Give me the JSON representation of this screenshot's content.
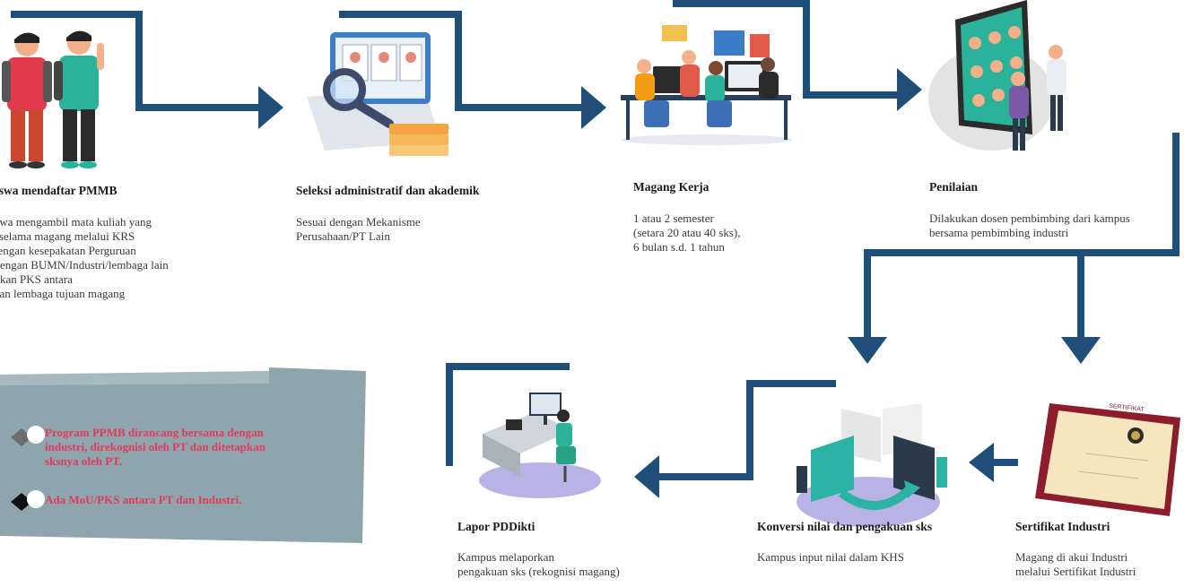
{
  "steps": [
    {
      "title": "Mahasiswa mendaftar PMMB",
      "desc": [
        "Mahasiswa mengambil mata kuliah yang",
        "diambil selama magang melalui KRS",
        "sesuai dengan kesepakatan Perguruan",
        "Tinggi dengan BUMN/Industri/lembaga lain",
        "berdasarkan PKS antara",
        "PT dengan lembaga tujuan magang"
      ]
    },
    {
      "title": "Seleksi administratif dan akademik",
      "desc": [
        "Sesuai dengan Mekanisme",
        "Perusahaan/PT Lain"
      ]
    },
    {
      "title": "Magang Kerja",
      "desc": [
        "1 atau 2 semester",
        "(setara 20 atau 40 sks),",
        "6 bulan s.d. 1 tahun"
      ]
    },
    {
      "title": "Penilaian",
      "desc": [
        "Dilakukan dosen pembimbing dari kampus",
        "bersama pembimbing industri"
      ]
    },
    {
      "title": "Sertifikat Industri",
      "desc": [
        "Magang di akui Industri",
        "melalui Sertifikat Industri"
      ]
    },
    {
      "title": "Konversi nilai dan pengakuan sks",
      "desc": [
        "Kampus input nilai dalam KHS"
      ]
    },
    {
      "title": "Lapor PDDikti",
      "desc": [
        "Kampus melaporkan",
        "pengakuan sks (rekognisi magang)"
      ]
    }
  ],
  "notes": [
    [
      "Program PPMB dirancang bersama dengan",
      "industri, direkognisi oleh PT dan ditetapkan",
      "sksnya oleh PT."
    ],
    [
      "Ada MoU/PKS antara PT dan Industri."
    ]
  ],
  "certificate_label": "SERTIFIKAT",
  "colors": {
    "line": "#1f4e79",
    "note_text": "#e23a5a",
    "panel": "#8fa5ad",
    "accent": "#2bb3a3"
  }
}
